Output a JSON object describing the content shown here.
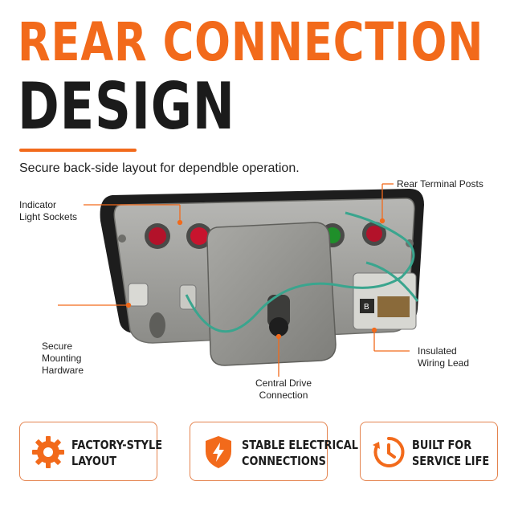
{
  "colors": {
    "accent": "#f26a1b",
    "dark": "#1b1b1b"
  },
  "headline": {
    "line1": "REAR CONNECTION",
    "line2": "DESIGN"
  },
  "subtitle": "Secure back-side layout for dependble operation.",
  "callouts": {
    "indicator": [
      "Indicator",
      "Light Sockets"
    ],
    "terminal": [
      "Rear Terminal Posts"
    ],
    "mounting": [
      "Secure",
      "Mounting",
      "Hardware"
    ],
    "wiring": [
      "Insulated",
      "Wiring Lead"
    ],
    "drive": [
      "Central Drive",
      "Connection"
    ]
  },
  "features": [
    {
      "icon": "gear-icon",
      "line1": "FACTORY-STYLE",
      "line2": "LAYOUT"
    },
    {
      "icon": "shield-bolt-icon",
      "line1": "STABLE ELECTRICAL",
      "line2": "CONNECTIONS"
    },
    {
      "icon": "clock-arrow-icon",
      "line1": "BUILT FOR",
      "line2": "SERVICE LIFE"
    }
  ]
}
